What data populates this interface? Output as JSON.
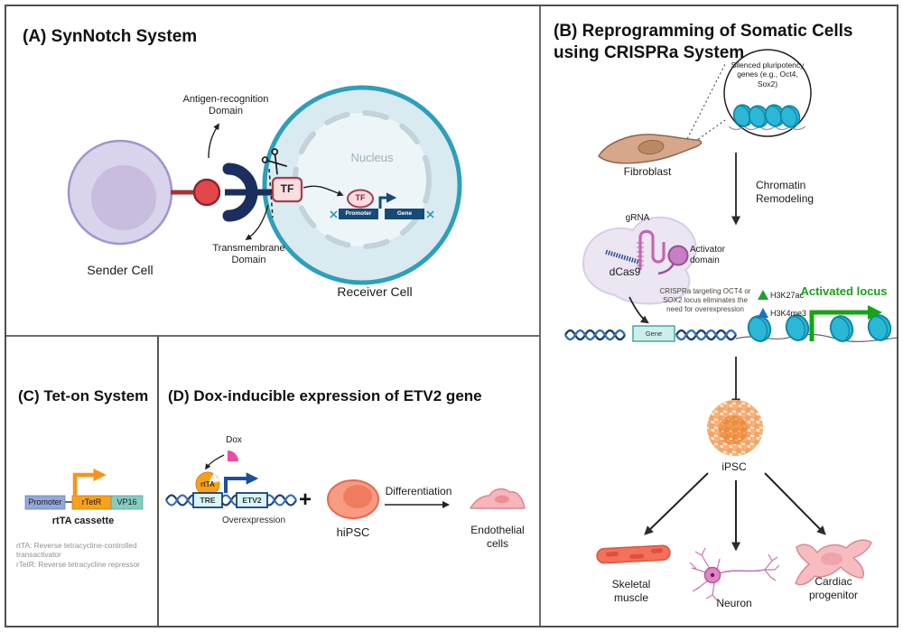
{
  "figure": {
    "type": "scientific-diagram",
    "panels": {
      "a": {
        "title": "(A) SynNotch System",
        "labels": {
          "antigen_domain": "Antigen-recognition\nDomain",
          "transmembrane_domain": "Transmembrane\nDomain",
          "sender_cell": "Sender Cell",
          "receiver_cell": "Receiver Cell",
          "nucleus": "Nucleus",
          "tf_membrane": "TF",
          "tf_nuclear": "TF",
          "promoter": "Promoter",
          "gene": "Gene"
        }
      },
      "b": {
        "title": "(B) Reprogramming of Somatic Cells\nusing CRISPRa System",
        "labels": {
          "silenced_genes": "Silenced pluripotency\ngenes (e.g., Oct4,\nSox2)",
          "fibroblast": "Fibroblast",
          "chromatin_remodeling": "Chromatin\nRemodeling",
          "grna": "gRNA",
          "dcas9": "dCas9",
          "activator_domain": "Activator\ndomain",
          "crispra_note": "CRISPRa targeting OCT4 or\nSOX2 locus eliminates the\nneed for overexpression",
          "h3k27ac": "H3K27ac",
          "h3k4me3": "H3K4me3",
          "activated_locus": "Activated locus",
          "gene": "Gene",
          "ipsc": "iPSC",
          "skeletal_muscle": "Skeletal\nmuscle",
          "neuron": "Neuron",
          "cardiac_progenitor": "Cardiac\nprogenitor"
        }
      },
      "c": {
        "title": "(C) Tet-on System",
        "labels": {
          "promoter": "Promoter",
          "rtetr": "rTetR",
          "vp16": "VP16",
          "cassette": "rtTA cassette",
          "footnote1": "rtTA: Reverse tetracycline-controlled transactivator",
          "footnote2": "rTetR: Reverse tetracycline repressor"
        }
      },
      "d": {
        "title": "(D) Dox-inducible expression of ETV2 gene",
        "labels": {
          "dox": "Dox",
          "rtta": "rtTA",
          "tre": "TRE",
          "etv2": "ETV2",
          "overexpression": "Overexpression",
          "plus": "+",
          "hipsc": "hiPSC",
          "differentiation": "Differentiation",
          "endothelial": "Endothelial\ncells"
        }
      }
    },
    "colors": {
      "membrane_teal": "#2d9fba",
      "navy": "#1c3f77",
      "antigen_red": "#e3474a",
      "tf_pink": "#fbdce0",
      "activated_green": "#17a317",
      "h3k4me3_blue": "#1f6fc4",
      "rtta_orange": "#f5a01a",
      "tet_arrow_orange": "#f7941d",
      "dox_pink": "#ec4fa0",
      "activator_purple": "#c77fc3",
      "nucleosome_teal": "#2ab8d6",
      "fibroblast_tan": "#d6a78a",
      "ipsc_orange": "#f3a468",
      "muscle_red": "#f3705a",
      "neuron_pink": "#c874b4",
      "cardiac_pink": "#f7bcc0",
      "hipsc_salmon": "#f79b82"
    }
  }
}
